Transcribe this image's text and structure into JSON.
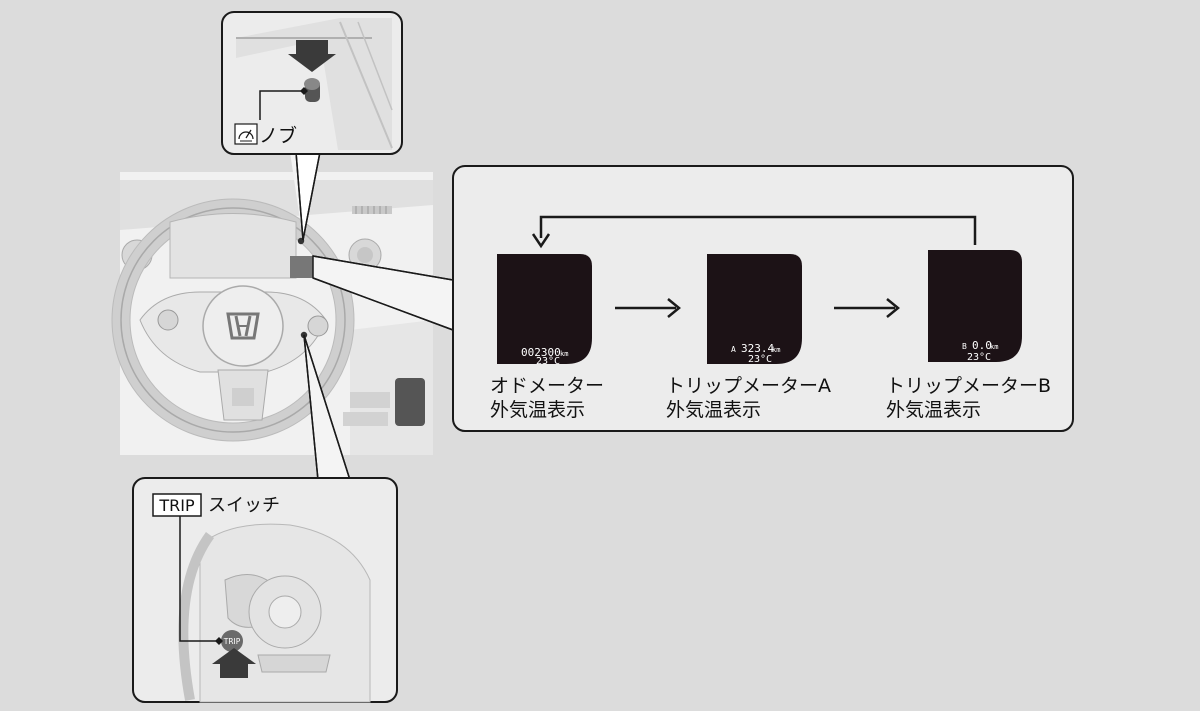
{
  "callouts": {
    "knob_label": "ノブ",
    "trip_button_label": "TRIP",
    "trip_switch_suffix": "スイッチ",
    "trip_knob_text": "TRIP"
  },
  "displays": [
    {
      "line1": "002300",
      "unit": "km",
      "temp": "23°C",
      "caption_line1": "オドメーター",
      "caption_line2": "外気温表示"
    },
    {
      "prefix": "A",
      "line1": "323.4",
      "unit": "km",
      "temp": "23°C",
      "caption_line1": "トリップメーターA",
      "caption_line2": "外気温表示"
    },
    {
      "prefix": "B",
      "line1": "0.0",
      "unit": "km",
      "temp": "23°C",
      "caption_line1": "トリップメーターB",
      "caption_line2": "外気温表示"
    }
  ],
  "colors": {
    "background": "#dcdcdc",
    "panel": "#ececec",
    "display": "#1c1216",
    "stroke": "#1a1a1a"
  },
  "icons": [
    "speedometer-icon",
    "arrow-right-icon",
    "loop-arrow-icon",
    "push-arrow-icon"
  ]
}
